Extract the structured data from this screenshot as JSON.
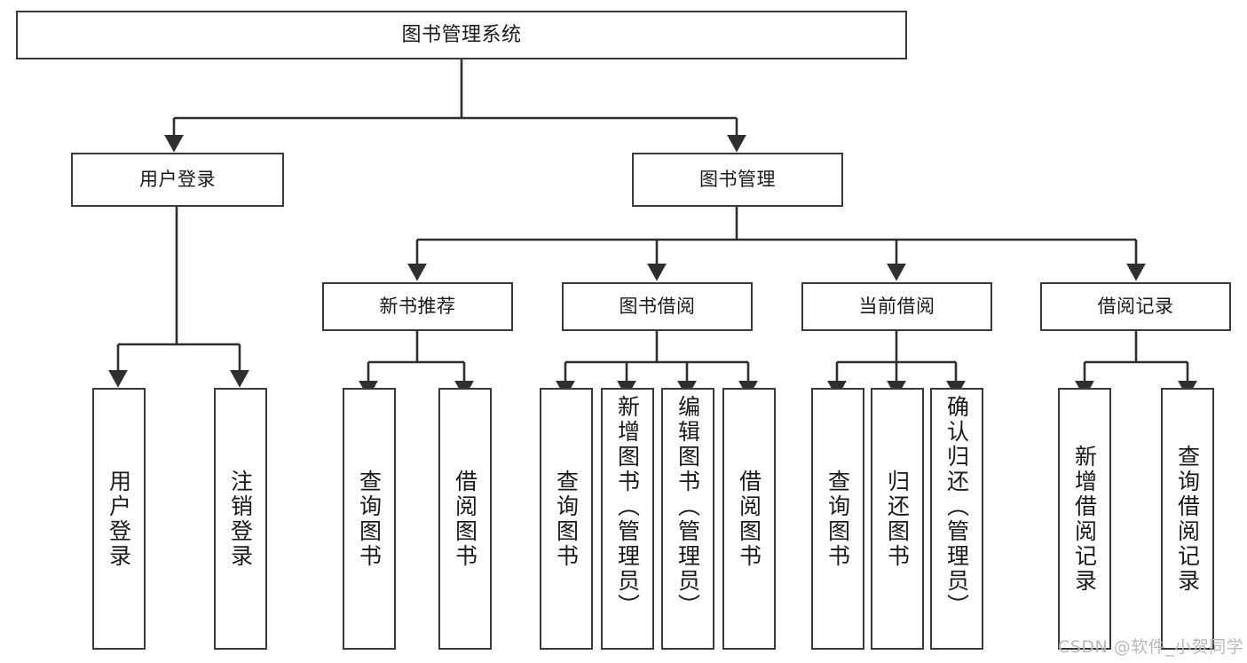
{
  "diagram": {
    "title": "图书管理系统",
    "type": "functional-structure-tree",
    "colors": {
      "box_border": "#3a3a3a",
      "box_fill": "#ffffff",
      "edge": "#2f2f2f",
      "text": "#1a1a1a",
      "watermark": "#b9b9b9",
      "background": "#ffffff"
    }
  },
  "nodes": {
    "root": {
      "label": "图书管理系统",
      "orientation": "horizontal"
    },
    "level2": [
      {
        "id": "user-login",
        "label": "用户登录",
        "orientation": "horizontal"
      },
      {
        "id": "book-management",
        "label": "图书管理",
        "orientation": "horizontal"
      }
    ],
    "level3": [
      {
        "id": "new-book-recommend",
        "label": "新书推荐",
        "orientation": "horizontal"
      },
      {
        "id": "book-borrow",
        "label": "图书借阅",
        "orientation": "horizontal"
      },
      {
        "id": "current-borrow",
        "label": "当前借阅",
        "orientation": "horizontal"
      },
      {
        "id": "borrow-record",
        "label": "借阅记录",
        "orientation": "horizontal"
      }
    ],
    "leaves": {
      "user_login": [
        {
          "id": "leaf-user-login",
          "label": "用户登录",
          "orientation": "vertical"
        },
        {
          "id": "leaf-logout-login",
          "label": "注销登录",
          "orientation": "vertical"
        }
      ],
      "new_book_recommend": [
        {
          "id": "leaf-query-book-1",
          "label": "查询图书",
          "orientation": "vertical"
        },
        {
          "id": "leaf-borrow-book-1",
          "label": "借阅图书",
          "orientation": "vertical"
        }
      ],
      "book_borrow": [
        {
          "id": "leaf-query-book-2",
          "label": "查询图书",
          "orientation": "vertical"
        },
        {
          "id": "leaf-add-book-admin",
          "label": "新增图书（管理员）",
          "orientation": "vertical"
        },
        {
          "id": "leaf-edit-book-admin",
          "label": "编辑图书（管理员）",
          "orientation": "vertical"
        },
        {
          "id": "leaf-borrow-book-2",
          "label": "借阅图书",
          "orientation": "vertical"
        }
      ],
      "current_borrow": [
        {
          "id": "leaf-query-book-3",
          "label": "查询图书",
          "orientation": "vertical"
        },
        {
          "id": "leaf-return-book",
          "label": "归还图书",
          "orientation": "vertical"
        },
        {
          "id": "leaf-confirm-return-admin",
          "label": "确认归还（管理员）",
          "orientation": "vertical"
        }
      ],
      "borrow_record": [
        {
          "id": "leaf-add-borrow-record",
          "label": "新增借阅记录",
          "orientation": "vertical"
        },
        {
          "id": "leaf-query-borrow-record",
          "label": "查询借阅记录",
          "orientation": "vertical"
        }
      ]
    }
  },
  "watermark": {
    "text": "CSDN @软件_小贺同学"
  }
}
